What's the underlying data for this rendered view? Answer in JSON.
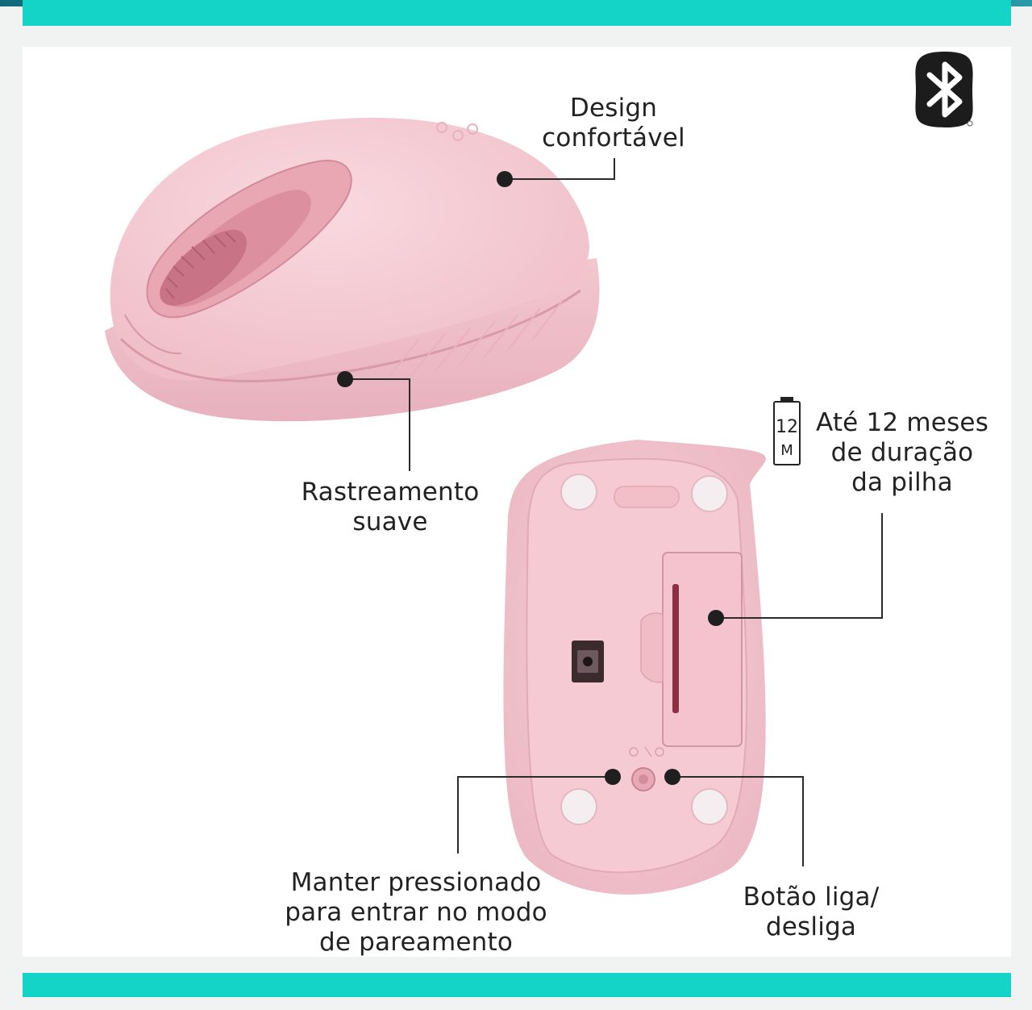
{
  "labels": {
    "design": {
      "line1": "Design",
      "line2": "confortável"
    },
    "tracking": {
      "line1": "Rastreamento",
      "line2": "suave"
    },
    "battery": {
      "line1": "Até 12 meses",
      "line2": "de duração",
      "line3": "da pilha"
    },
    "pairing": {
      "line1": "Manter pressionado",
      "line2": "para entrar no modo",
      "line3": "de pareamento"
    },
    "power": {
      "line1": "Botão liga/",
      "line2": "desliga"
    }
  },
  "battery_icon": {
    "number": "12",
    "unit": "M"
  },
  "icons": {
    "bluetooth": "bluetooth-icon",
    "battery": "battery-icon"
  },
  "colors": {
    "accent_teal": "#14d3c7",
    "mouse_pink": "#f4c6cf",
    "mouse_pink_dark": "#d98a9c"
  }
}
